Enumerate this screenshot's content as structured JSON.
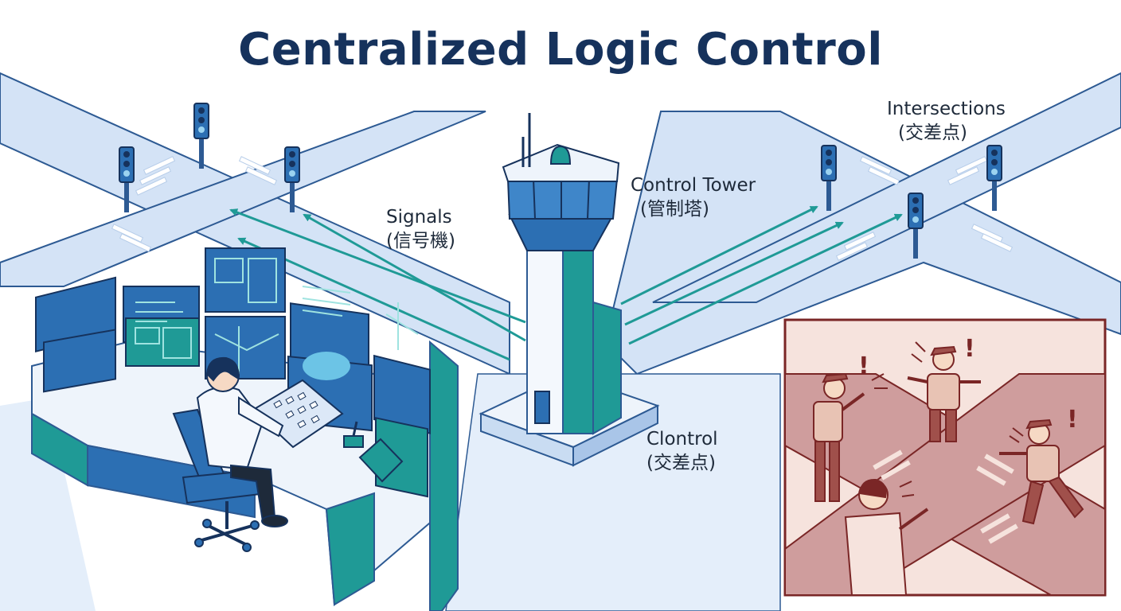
{
  "title": "Centralized Logic Control",
  "labels": {
    "signals": {
      "line1": "Signals",
      "line2": "(信号機)"
    },
    "control_tower": {
      "line1": "Control Tower",
      "line2": "(管制塔)"
    },
    "intersections": {
      "line1": "Intersections",
      "line2": "(交差点)"
    },
    "control": {
      "line1": "Clontrol",
      "line2": "(交差点)"
    }
  },
  "colors": {
    "title": "#16325c",
    "road": "#d4e3f6",
    "road_edge": "#2d5a93",
    "accent_teal": "#1f9a96",
    "screen_blue": "#2c6fb3",
    "chaos_bg": "#f6e3dd",
    "chaos_road": "#cf9d9d",
    "chaos_line": "#7a2626"
  }
}
